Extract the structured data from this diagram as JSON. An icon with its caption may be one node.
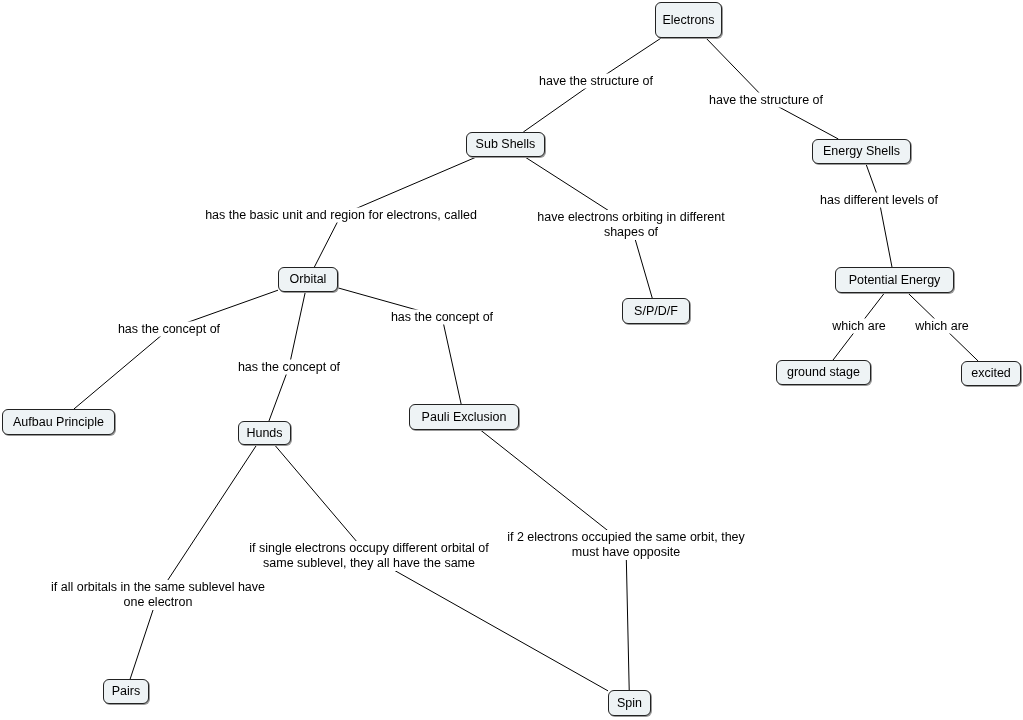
{
  "diagram": {
    "nodes": [
      {
        "text": [
          "Electrons"
        ]
      },
      {
        "text": [
          "Sub Shells"
        ]
      },
      {
        "text": [
          "Energy Shells"
        ]
      },
      {
        "text": [
          "Orbital"
        ]
      },
      {
        "text": [
          "S/P/D/F"
        ]
      },
      {
        "text": [
          "Potential Energy"
        ]
      },
      {
        "text": [
          "Aufbau Principle"
        ]
      },
      {
        "text": [
          "Hunds"
        ]
      },
      {
        "text": [
          "Pauli Exclusion"
        ]
      },
      {
        "text": [
          "ground stage"
        ]
      },
      {
        "text": [
          "excited"
        ]
      },
      {
        "text": [
          "Pairs"
        ]
      },
      {
        "text": [
          "Spin"
        ]
      }
    ],
    "edges": [
      {
        "from": 0,
        "to": 1,
        "arrow": "none",
        "label": "have the structure of"
      },
      {
        "from": 0,
        "to": 2,
        "arrow": "none",
        "label": "have the structure of"
      },
      {
        "from": 1,
        "to": 3,
        "arrow": "none",
        "label": "has the basic unit and region for electrons, called"
      },
      {
        "from": 1,
        "to": 4,
        "arrow": "none",
        "label": "have electrons orbiting in different shapes of"
      },
      {
        "from": 2,
        "to": 5,
        "arrow": "none",
        "label": "has different levels of"
      },
      {
        "from": 3,
        "to": 6,
        "arrow": "none",
        "label": "has the concept of"
      },
      {
        "from": 3,
        "to": 7,
        "arrow": "none",
        "label": "has the concept of"
      },
      {
        "from": 3,
        "to": 8,
        "arrow": "none",
        "label": "has the concept of"
      },
      {
        "from": 5,
        "to": 9,
        "arrow": "none",
        "label": "which are"
      },
      {
        "from": 5,
        "to": 10,
        "arrow": "none",
        "label": "which are"
      },
      {
        "from": 7,
        "to": 11,
        "arrow": "none",
        "label": "if all orbitals in the same sublevel have one electron"
      },
      {
        "from": 7,
        "to": 12,
        "arrow": "none",
        "label": "if single electrons occupy different orbital of same sublevel, they all have the same"
      },
      {
        "from": 8,
        "to": 12,
        "arrow": "none",
        "label": "if 2 electrons occupied the same orbit, they must have opposite"
      }
    ]
  }
}
